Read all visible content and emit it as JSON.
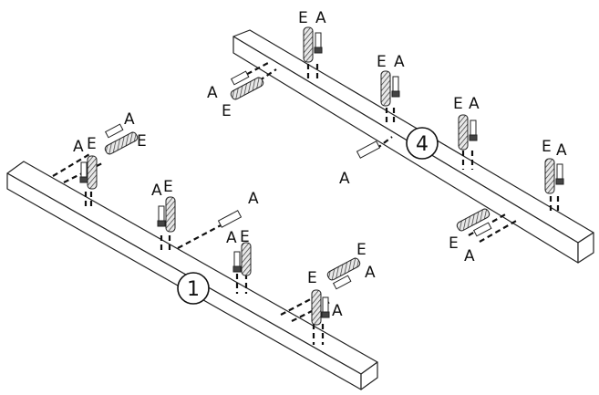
{
  "diagram": {
    "beam_1": {
      "number": "1"
    },
    "beam_4": {
      "number": "4"
    },
    "label_a": "A",
    "label_e": "E"
  }
}
